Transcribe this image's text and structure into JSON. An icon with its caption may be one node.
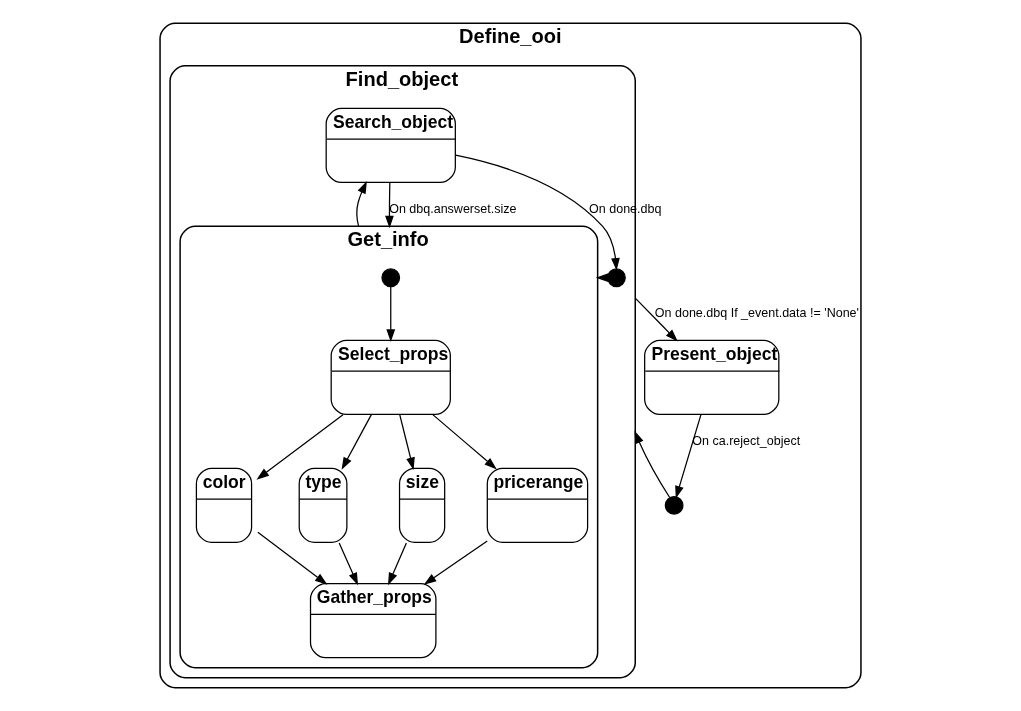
{
  "diagram": {
    "nodes": [
      {
        "text": [
          "Define_ooi"
        ]
      },
      {
        "text": [],
        "shape": "circle",
        "in": 0
      },
      {
        "text": [
          "Find_object"
        ],
        "in": 0
      },
      {
        "text": [],
        "shape": "circle",
        "in": 2
      },
      {
        "text": [
          "Get_info"
        ],
        "in": 2
      },
      {
        "text": [],
        "shape": "circle",
        "in": 4
      },
      {
        "text": [
          "Select_props"
        ],
        "in": 4
      },
      {
        "text": [
          "color"
        ],
        "in": 4
      },
      {
        "text": [
          "type"
        ],
        "in": 4
      },
      {
        "text": [
          "size"
        ],
        "in": 4
      },
      {
        "text": [
          "pricerange"
        ],
        "in": 4
      },
      {
        "text": [
          "Gather_props"
        ],
        "in": 4
      },
      {
        "text": [
          "Search_object"
        ],
        "in": 2
      },
      {
        "text": [
          "Present_object"
        ],
        "in": 0
      }
    ],
    "edges": [
      {
        "from": 1,
        "to": 2,
        "arrow": "to"
      },
      {
        "from": 3,
        "to": 4,
        "arrow": "to"
      },
      {
        "from": 5,
        "to": 6,
        "arrow": "to"
      },
      {
        "from": 6,
        "to": 7,
        "arrow": "to"
      },
      {
        "from": 6,
        "to": 8,
        "arrow": "to"
      },
      {
        "from": 6,
        "to": 9,
        "arrow": "to"
      },
      {
        "from": 6,
        "to": 10,
        "arrow": "to"
      },
      {
        "from": 7,
        "to": 11,
        "arrow": "to"
      },
      {
        "from": 8,
        "to": 11,
        "arrow": "to"
      },
      {
        "from": 9,
        "to": 11,
        "arrow": "to"
      },
      {
        "from": 10,
        "to": 11,
        "arrow": "to"
      },
      {
        "from": 4,
        "to": 12,
        "arrow": "to"
      },
      {
        "from": 12,
        "to": 4,
        "arrow": "to",
        "label": "On dbq.answerset.size"
      },
      {
        "from": 12,
        "to": 2,
        "arrow": "to",
        "label": "On done.dbq"
      },
      {
        "from": 2,
        "to": 13,
        "arrow": "to",
        "label": "On done.dbq If _event.data != 'None'"
      },
      {
        "from": 13,
        "to": 0,
        "arrow": "to",
        "label": "On ca.reject_object"
      }
    ]
  }
}
